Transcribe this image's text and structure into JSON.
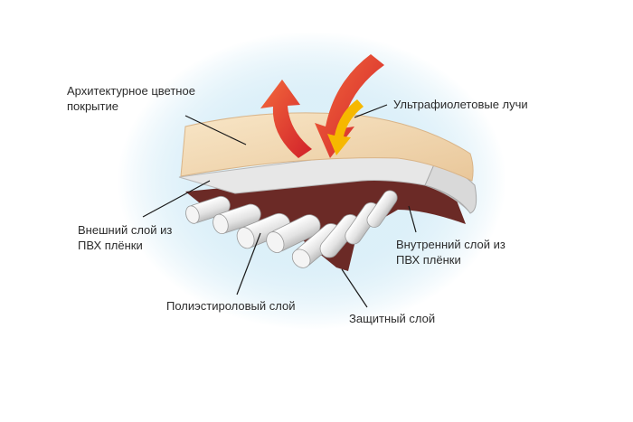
{
  "labels": {
    "architectural_coating": [
      "Архитектурное цветное",
      "покрытие"
    ],
    "uv_rays": [
      "Ультрафиолетовые лучи"
    ],
    "outer_pvc_layer": [
      "Внешний слой из",
      "ПВХ плёнки"
    ],
    "inner_pvc_layer": [
      "Внутренний слой из",
      "ПВХ плёнки"
    ],
    "polyester_layer": [
      "Полиэстироловый слой"
    ],
    "protective_layer": [
      "Защитный слой"
    ]
  },
  "colors": {
    "glow": "#a9d9ef",
    "coating": "#f3d9b4",
    "film": "#e7e7e7",
    "dark_layer": "#6b2a26",
    "uv_arrow": "#e0302b",
    "uv_arrow_inner": "#f6b800",
    "leader_line": "#1a1a1a"
  }
}
